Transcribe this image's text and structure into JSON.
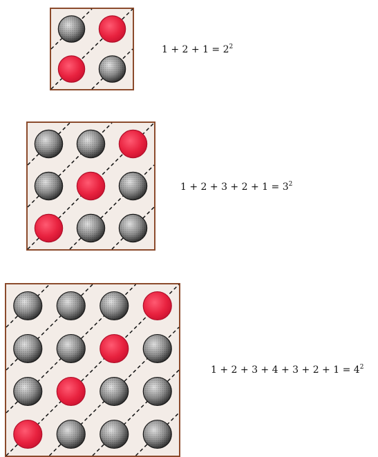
{
  "colors": {
    "frame": "#8b4a2b",
    "background": "#f3ece7",
    "red_ball": "#e8223f",
    "gray_ball": "#8a8a8a",
    "diagonal": "#111111"
  },
  "figures": [
    {
      "n": 2,
      "equation": {
        "lhs": "1 + 2 + 1 = 2",
        "exp": "2"
      }
    },
    {
      "n": 3,
      "equation": {
        "lhs": "1 + 2 + 3 + 2 + 1 = 3",
        "exp": "2"
      }
    },
    {
      "n": 4,
      "equation": {
        "lhs": "1 + 2 + 3 + 4 + 3 + 2 + 1 = 4",
        "exp": "2"
      }
    }
  ]
}
